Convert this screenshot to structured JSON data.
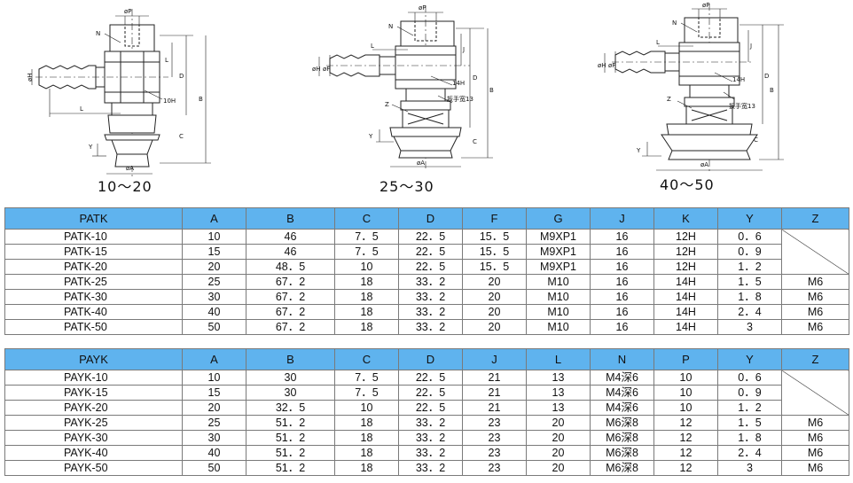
{
  "drawings": {
    "small": {
      "caption": "10～20",
      "labels": {
        "p": "øP",
        "n": "N",
        "h": "øH",
        "l_side": "L",
        "l_bottom": "L",
        "hex": "10H",
        "d": "D",
        "b": "B",
        "c": "C",
        "y": "Y",
        "a": "øA"
      }
    },
    "medium": {
      "caption": "25～30",
      "labels": {
        "p": "øP",
        "n": "N",
        "h": "øH",
        "f": "øF",
        "l": "L",
        "j": "J",
        "hex": "14H",
        "wrench": "扳手宽13",
        "z": "Z",
        "d": "D",
        "b": "B",
        "c": "C",
        "y": "Y",
        "a": "øA"
      }
    },
    "large": {
      "caption": "40～50",
      "labels": {
        "p": "øP",
        "n": "N",
        "h": "øH",
        "f": "øF",
        "l": "L",
        "j": "J",
        "hex": "14H",
        "wrench": "扳手宽13",
        "z": "Z",
        "d": "D",
        "b": "B",
        "c": "C",
        "y": "Y",
        "a": "øA"
      }
    }
  },
  "patk_table": {
    "headers": [
      "PATK",
      "A",
      "B",
      "C",
      "D",
      "F",
      "G",
      "J",
      "K",
      "Y",
      "Z"
    ],
    "rows": [
      [
        "PATK-10",
        "10",
        "46",
        "7．5",
        "22．5",
        "15．5",
        "M9XP1",
        "16",
        "12H",
        "0．6",
        ""
      ],
      [
        "PATK-15",
        "15",
        "46",
        "7．5",
        "22．5",
        "15．5",
        "M9XP1",
        "16",
        "12H",
        "0．9",
        ""
      ],
      [
        "PATK-20",
        "20",
        "48．5",
        "10",
        "22．5",
        "15．5",
        "M9XP1",
        "16",
        "12H",
        "1．2",
        ""
      ],
      [
        "PATK-25",
        "25",
        "67．2",
        "18",
        "33．2",
        "20",
        "M10",
        "16",
        "14H",
        "1．5",
        "M6"
      ],
      [
        "PATK-30",
        "30",
        "67．2",
        "18",
        "33．2",
        "20",
        "M10",
        "16",
        "14H",
        "1．8",
        "M6"
      ],
      [
        "PATK-40",
        "40",
        "67．2",
        "18",
        "33．2",
        "20",
        "M10",
        "16",
        "14H",
        "2．4",
        "M6"
      ],
      [
        "PATK-50",
        "50",
        "67．2",
        "18",
        "33．2",
        "20",
        "M10",
        "16",
        "14H",
        "3",
        "M6"
      ]
    ]
  },
  "payk_table": {
    "headers": [
      "PAYK",
      "A",
      "B",
      "C",
      "D",
      "J",
      "L",
      "N",
      "P",
      "Y",
      "Z"
    ],
    "rows": [
      [
        "PAYK-10",
        "10",
        "30",
        "7．5",
        "22．5",
        "21",
        "13",
        "M4深6",
        "10",
        "0．6",
        ""
      ],
      [
        "PAYK-15",
        "15",
        "30",
        "7．5",
        "22．5",
        "21",
        "13",
        "M4深6",
        "10",
        "0．9",
        ""
      ],
      [
        "PAYK-20",
        "20",
        "32．5",
        "10",
        "22．5",
        "21",
        "13",
        "M4深6",
        "10",
        "1．2",
        ""
      ],
      [
        "PAYK-25",
        "25",
        "51．2",
        "18",
        "33．2",
        "23",
        "20",
        "M6深8",
        "12",
        "1．5",
        "M6"
      ],
      [
        "PAYK-30",
        "30",
        "51．2",
        "18",
        "33．2",
        "23",
        "20",
        "M6深8",
        "12",
        "1．8",
        "M6"
      ],
      [
        "PAYK-40",
        "40",
        "51．2",
        "18",
        "33．2",
        "23",
        "20",
        "M6深8",
        "12",
        "2．4",
        "M6"
      ],
      [
        "PAYK-50",
        "50",
        "51．2",
        "18",
        "33．2",
        "23",
        "20",
        "M6深8",
        "12",
        "3",
        "M6"
      ]
    ]
  },
  "colors": {
    "header_bg": "#5fb3ee",
    "grid": "#7a7a7a",
    "line": "#222222"
  }
}
